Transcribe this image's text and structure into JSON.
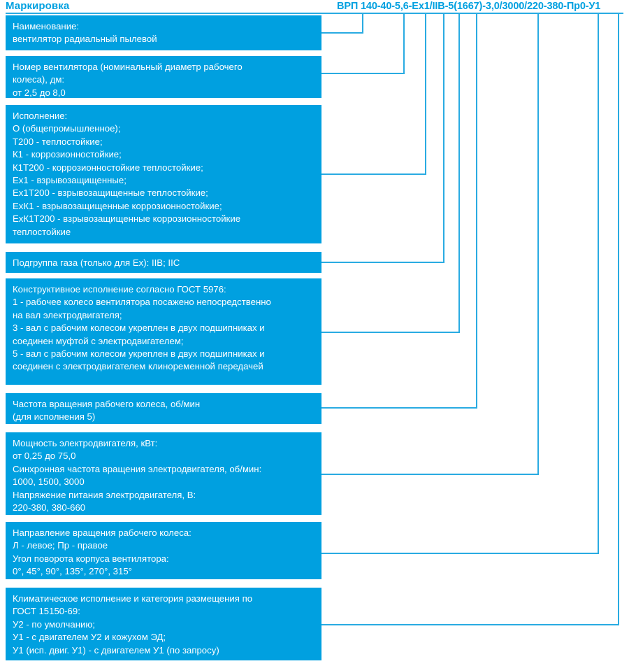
{
  "header": {
    "title": "Маркировка",
    "designation": "ВРП 140-40-5,6-Ex1/IIB-5(1667)-3,0/3000/220-380-Пр0-У1"
  },
  "colors": {
    "box_fill": "#00A0E0",
    "line": "#29ABE2",
    "text_on_box": "#FFFFFF",
    "title": "#00A0E0"
  },
  "blocks": [
    {
      "id": "naimenovanie",
      "name": "designation-part-name",
      "text": "Наименование:\nвентилятор радиальный пылевой"
    },
    {
      "id": "nomer-ventilyatora",
      "name": "designation-part-fan-number",
      "text": "Номер вентилятора (номинальный диаметр рабочего\nколеса), дм:\nот 2,5 до 8,0"
    },
    {
      "id": "ispolnenie",
      "name": "designation-part-execution",
      "text": "Исполнение:\nО (общепромышленное);\nТ200 - теплостойкие;\nК1 - коррозионностойкие;\nК1Т200 - коррозионностойкие теплостойкие;\nЕх1 - взрывозащищенные;\nЕх1Т200 - взрывозащищенные теплостойкие;\nЕхК1 - взрывозащищенные коррозионностойкие;\nЕхК1Т200 - взрывозащищенные коррозионностойкие\nтеплостойкие"
    },
    {
      "id": "podgruppa-gaza",
      "name": "designation-part-gas-subgroup",
      "text": "Подгруппа газа (только для Ех): IIВ; IIС"
    },
    {
      "id": "konstruktivnoe-ispolnenie",
      "name": "designation-part-construction",
      "text": "Конструктивное исполнение согласно ГОСТ 5976:\n1 - рабочее колесо вентилятора посажено непосредственно\nна вал электродвигателя;\n3 - вал с рабочим колесом укреплен в двух подшипниках и\nсоединен муфтой с электродвигателем;\n5 - вал с рабочим колесом укреплен в двух подшипниках и\nсоединен с электродвигателем клиноременной передачей"
    },
    {
      "id": "chastota-vrashcheniya",
      "name": "designation-part-impeller-speed",
      "text": "Частота вращения рабочего колеса, об/мин\n(для исполнения 5)"
    },
    {
      "id": "moshchnost",
      "name": "designation-part-motor-power",
      "text": "Мощность электродвигателя, кВт:\nот 0,25 до 75,0\nСинхронная частота вращения электродвигателя, об/мин:\n1000, 1500, 3000\nНапряжение питания электродвигателя, В:\n220-380, 380-660"
    },
    {
      "id": "napravlenie-vrashcheniya",
      "name": "designation-part-rotation-direction",
      "text": "Направление вращения рабочего колеса:\nЛ - левое; Пр - правое\nУгол поворота корпуса вентилятора:\n0°, 45°, 90°, 135°, 270°, 315°"
    },
    {
      "id": "klimaticheskoe-ispolnenie",
      "name": "designation-part-climatic",
      "text": "Климатическое исполнение и категория размещения по\nГОСТ 15150-69:\nУ2 - по умолчанию;\nУ1 - с двигателем У2 и кожухом ЭД;\nУ1 (исп. двиг. У1) - с двигателем У1 (по запросу)"
    }
  ]
}
